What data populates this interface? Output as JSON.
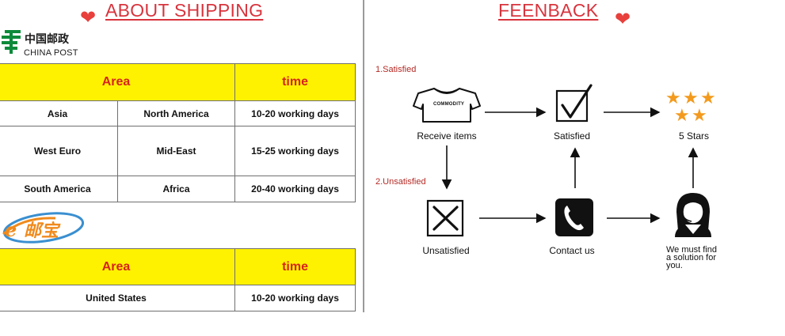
{
  "shipping": {
    "title": "ABOUT SHIPPING",
    "china_post": {
      "cn": "中国邮政",
      "en": "CHINA POST"
    },
    "table1": {
      "header_area": "Area",
      "header_time": "time",
      "rows": [
        {
          "area1": "Asia",
          "area2": "North America",
          "time": "10-20 working days"
        },
        {
          "area1": "West Euro",
          "area2": "Mid-East",
          "time": "15-25 working days"
        },
        {
          "area1": "South America",
          "area2": "Africa",
          "time": "20-40 working days"
        }
      ]
    },
    "epacket": {
      "logo_text": "邮宝"
    },
    "table2": {
      "header_area": "Area",
      "header_time": "time",
      "row": {
        "area": "United States",
        "time": "10-20 working days"
      }
    }
  },
  "feedback": {
    "title": "FEENBACK",
    "step1": "1.Satisfied",
    "step2": "2.Unsatisfied",
    "shirt_text": "COMMODITY",
    "receive": "Receive items",
    "satisfied": "Satisfied",
    "stars": "5 Stars",
    "unsatisfied": "Unsatisfied",
    "contact": "Contact us",
    "solution": [
      "We must find",
      "a solution for",
      "you."
    ]
  },
  "colors": {
    "title_red": "#d8343d",
    "header_yellow": "#fff200",
    "header_red_text": "#d6231e",
    "china_post_green": "#0d8a3a",
    "star_orange": "#f39a1d"
  }
}
